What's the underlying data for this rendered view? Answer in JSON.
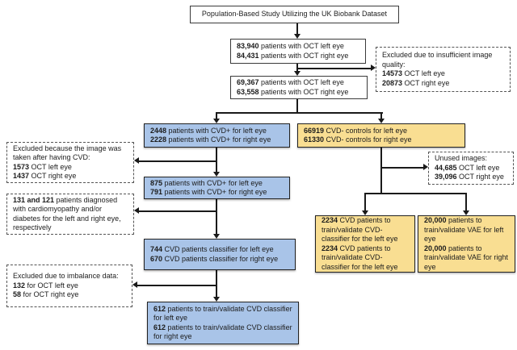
{
  "diagram": {
    "colors": {
      "cvd_blue": "#a9c4e8",
      "control_yellow": "#f9de92",
      "line": "#1a1a1a"
    },
    "title_box": {
      "text": "Population-Based Study Utilizing the UK Biobank Dataset"
    },
    "oct_all": {
      "lines": [
        {
          "bold": "83,940",
          "rest": " patients with OCT left eye"
        },
        {
          "bold": "84,431",
          "rest": " patients with OCT right eye"
        }
      ]
    },
    "excluded_quality": {
      "lines": [
        {
          "bold": "",
          "rest": "Excluded due to insufficient image quality:"
        },
        {
          "bold": "14573",
          "rest": " OCT left eye"
        },
        {
          "bold": "20873",
          "rest": " OCT right eye"
        }
      ]
    },
    "oct_quality": {
      "lines": [
        {
          "bold": "69,367",
          "rest": " patients with OCT left eye"
        },
        {
          "bold": "63,558",
          "rest": " patients with OCT right eye"
        }
      ]
    },
    "cvd_pos": {
      "lines": [
        {
          "bold": "2448",
          "rest": " patients with CVD+ for left eye"
        },
        {
          "bold": "2228",
          "rest": " patients with CVD+ for right eye"
        }
      ]
    },
    "cvd_neg": {
      "lines": [
        {
          "bold": "66919",
          "rest": " CVD- controls for left eye"
        },
        {
          "bold": "61330",
          "rest": " CVD- controls for right eye"
        }
      ]
    },
    "excluded_after_cvd": {
      "lines": [
        {
          "bold": "",
          "rest": "Excluded because the image was taken after having CVD:"
        },
        {
          "bold": "1573",
          "rest": " OCT left eye"
        },
        {
          "bold": "1437",
          "rest": " OCT right eye"
        }
      ]
    },
    "cvd_pos_filtered": {
      "lines": [
        {
          "bold": "875",
          "rest": " patients with CVD+ for left eye"
        },
        {
          "bold": "791",
          "rest": " patients with CVD+ for right eye"
        }
      ]
    },
    "excluded_cardio": {
      "lines": [
        {
          "bold": "131 and 121",
          "rest": " patients diagnosed with cardiomyopathy and/or diabetes for the left and right eye, respectively"
        }
      ]
    },
    "unused_images": {
      "lines": [
        {
          "bold": "",
          "rest": "Unused images:"
        },
        {
          "bold": "44,685",
          "rest": " OCT left eye"
        },
        {
          "bold": "39,096",
          "rest": " OCT right eye"
        }
      ]
    },
    "cvd_classifier": {
      "lines": [
        {
          "bold": "744",
          "rest": " CVD patients classifier for left eye"
        },
        {
          "bold": "670",
          "rest": " CVD patients classifier for right eye"
        }
      ]
    },
    "excluded_imbalance": {
      "lines": [
        {
          "bold": "",
          "rest": "Excluded due to imbalance data:"
        },
        {
          "bold": "132",
          "rest": " for OCT left eye"
        },
        {
          "bold": "58",
          "rest": " for OCT right eye"
        }
      ]
    },
    "train_cvd": {
      "lines": [
        {
          "bold": "612",
          "rest": " patients to train/validate CVD classifier for left eye"
        },
        {
          "bold": "612",
          "rest": " patients to train/validate CVD classifier for right eye"
        }
      ]
    },
    "cvd_train_controls": {
      "lines": [
        {
          "bold": "2234",
          "rest": " CVD patients to train/validate CVD-classifier for the left eye"
        },
        {
          "bold": "2234",
          "rest": " CVD patients to train/validate CVD-classifier for the left eye"
        }
      ]
    },
    "vae_train": {
      "lines": [
        {
          "bold": "20,000",
          "rest": " patients to train/validate VAE for left eye"
        },
        {
          "bold": "20,000",
          "rest": " patients to train/validate VAE for right eye"
        }
      ]
    }
  }
}
